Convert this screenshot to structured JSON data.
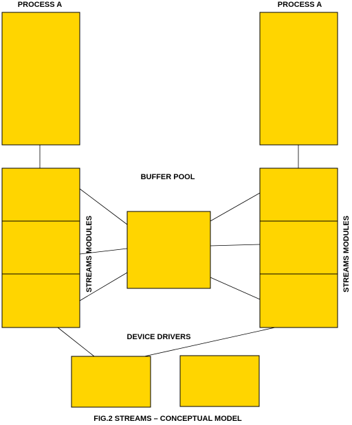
{
  "diagram": {
    "process_left_label": "PROCESS A",
    "process_right_label": "PROCESS A",
    "buffer_pool_label": "BUFFER POOL",
    "modules_left_label": "STREAMS MODULES",
    "modules_right_label": "STREAMS MODULES",
    "device_drivers_label": "DEVICE DRIVERS",
    "caption": "FIG.2 STREAMS – CONCEPTUAL MODEL"
  },
  "colors": {
    "box_fill": "#ffd500",
    "line": "#000000",
    "background": "#ffffff"
  }
}
